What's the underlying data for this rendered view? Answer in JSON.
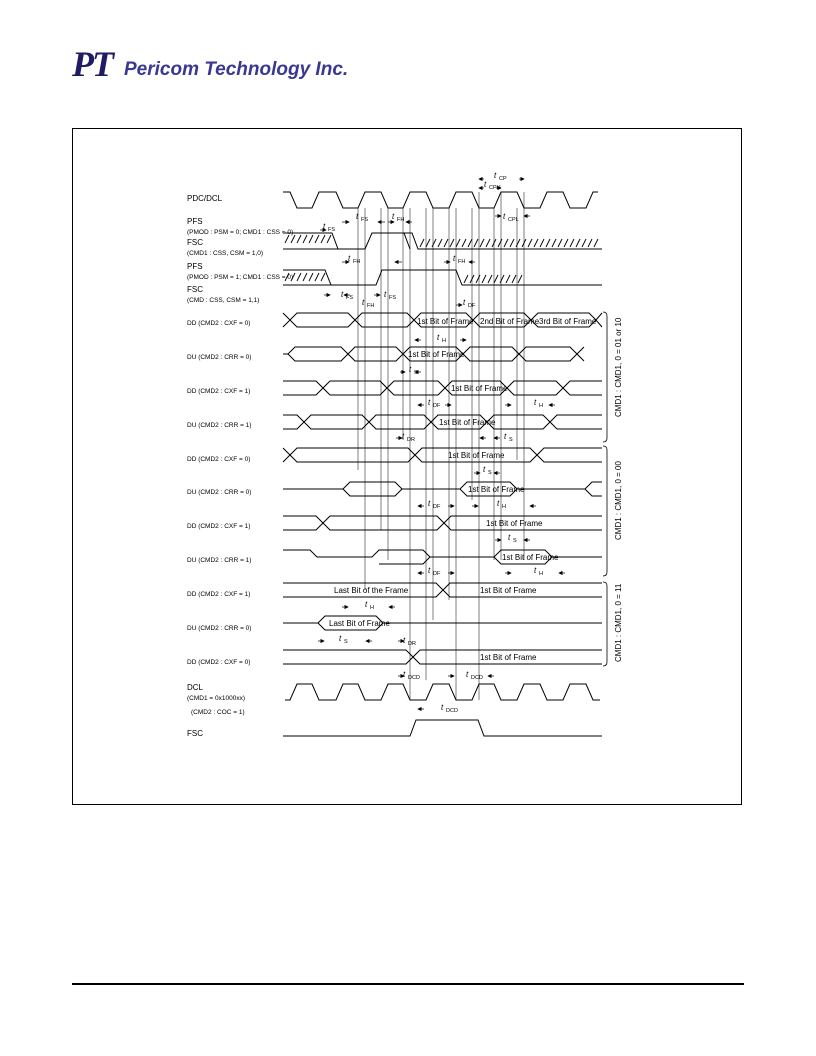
{
  "logo": {
    "mark": "PT",
    "name": "Pericom Technology Inc."
  },
  "signals": [
    {
      "name": "PDC/DCL",
      "note": ""
    },
    {
      "name": "PFS",
      "note": "(PMOD : PSM = 0; CMD1 : CSS = 0)"
    },
    {
      "name": "FSC",
      "note": "(CMD1 : CSS, CSM = 1,0)"
    },
    {
      "name": "PFS",
      "note": "(PMOD : PSM = 1; CMD1 : CSS = 0)"
    },
    {
      "name": "FSC",
      "note": "(CMD : CSS, CSM = 1,1)"
    },
    {
      "name": "DD (CMD2 : CXF = 0)",
      "note": ""
    },
    {
      "name": "DU (CMD2 : CRR = 0)",
      "note": ""
    },
    {
      "name": "DD (CMD2 : CXF = 1)",
      "note": ""
    },
    {
      "name": "DU (CMD2 : CRR = 1)",
      "note": ""
    },
    {
      "name": "DD (CMD2 : CXF = 0)",
      "note": ""
    },
    {
      "name": "DU (CMD2 : CRR = 0)",
      "note": ""
    },
    {
      "name": "DD (CMD2 : CXF = 1)",
      "note": ""
    },
    {
      "name": "DU (CMD2 : CRR = 1)",
      "note": ""
    },
    {
      "name": "DD (CMD2 : CXF = 1)",
      "note": ""
    },
    {
      "name": "DU (CMD2 : CRR = 0)",
      "note": ""
    },
    {
      "name": "DD (CMD2 : CXF = 0)",
      "note": ""
    },
    {
      "name": "DCL",
      "note": "(CMD1 = 0x1000xx)"
    },
    {
      "name": "(CMD2 : COC = 1)",
      "note": ""
    },
    {
      "name": "FSC",
      "note": ""
    }
  ],
  "groups": [
    "CMD1 : CMD1, 0 = 01 or 10",
    "CMD1 : CMD1, 0 = 00",
    "CMD1 : CMD1, 0 = 11"
  ],
  "bits": {
    "b1": "1st Bit of Frame",
    "b2": "2nd Bit of Frame",
    "b3": "3rd Bit of Frame",
    "last_dd": "Last Bit of the Frame",
    "last_du": "Last Bit of Frame"
  },
  "timing": {
    "cp": "CP",
    "cph": "CPH",
    "cpl": "CPL",
    "fs": "FS",
    "fh": "FH",
    "df": "DF",
    "dr": "DR",
    "h": "H",
    "s": "S",
    "dcd": "DCD"
  },
  "colors": {
    "logo_mark": "#1f1c63",
    "logo_name": "#3a3891"
  }
}
